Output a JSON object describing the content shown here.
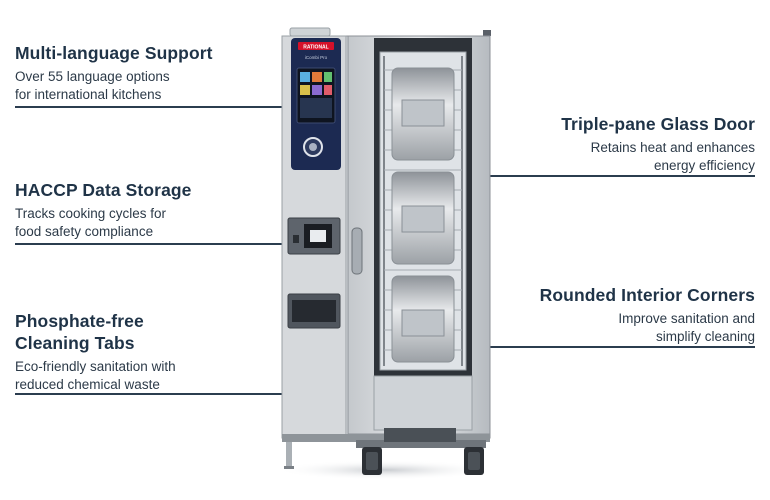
{
  "features": [
    {
      "id": "multi-language",
      "title": "Multi-language Support",
      "desc_lines": [
        "Over 55 language options",
        "for international kitchens"
      ]
    },
    {
      "id": "haccp",
      "title": "HACCP Data Storage",
      "desc_lines": [
        "Tracks cooking cycles for",
        "food safety compliance"
      ]
    },
    {
      "id": "phosphate",
      "title_lines": [
        "Phosphate-free",
        "Cleaning Tabs"
      ],
      "desc_lines": [
        "Eco-friendly sanitation with",
        "reduced chemical waste"
      ]
    },
    {
      "id": "glass-door",
      "title": "Triple-pane Glass Door",
      "desc_lines": [
        "Retains heat and enhances",
        "energy efficiency"
      ]
    },
    {
      "id": "interior-corners",
      "title": "Rounded Interior Corners",
      "desc_lines": [
        "Improve sanitation and",
        "simplify cleaning"
      ]
    }
  ],
  "oven": {
    "brand": "RATIONAL",
    "model": "iCombi Pro"
  },
  "colors": {
    "text": "#1f3347",
    "line": "#2b3d4f",
    "brand_red": "#d5112a",
    "panel": "#1c2a52"
  }
}
